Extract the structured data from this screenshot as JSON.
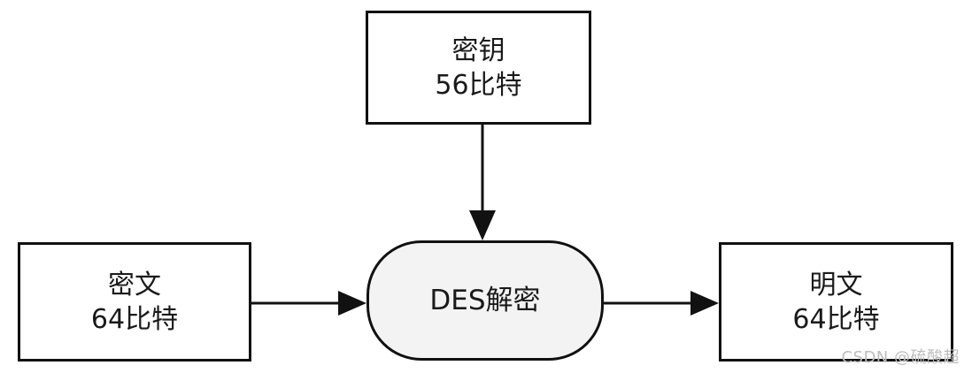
{
  "key": {
    "line1": "密钥",
    "line2": "56比特"
  },
  "ciphertext": {
    "line1": "密文",
    "line2": "64比特"
  },
  "des": {
    "label": "DES解密"
  },
  "plaintext": {
    "line1": "明文",
    "line2": "64比特"
  },
  "watermark": "CSDN @硫酸超"
}
